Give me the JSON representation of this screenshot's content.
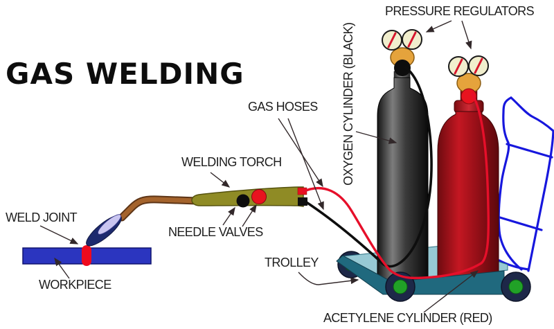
{
  "diagram": {
    "title": "GAS WELDING",
    "labels": {
      "pressure_regulators": "PRESSURE REGULATORS",
      "oxygen_cylinder": "OXYGEN CYLINDER (BLACK)",
      "acetylene_cylinder": "ACETYLENE CYLINDER (RED)",
      "gas_hoses": "GAS HOSES",
      "welding_torch": "WELDING TORCH",
      "needle_valves": "NEEDLE VALVES",
      "weld_joint": "WELD JOINT",
      "workpiece": "WORKPIECE",
      "trolley": "TROLLEY"
    },
    "colors": {
      "label_text": "#1d1d1d",
      "hose_red": "#e60f2a",
      "hose_black": "#0e0e0e",
      "cylinder_black": "#1a1a1a",
      "cylinder_red": "#c41722",
      "regulator_orange": "#e5a33c",
      "gauge_face": "#f1eecd",
      "gauge_needle": "#d6152c",
      "torch_olive": "#8f8b25",
      "tube_brown": "#a4632c",
      "flame_outer": "#1d2a6e",
      "flame_inner": "#c9c5f0",
      "workpiece_blue": "#2b35bf",
      "weld_joint_red": "#ee0a1e",
      "trolley_top": "#97c9d4",
      "trolley_side": "#20697e",
      "wheel_navy": "#1d2848",
      "hub_green": "#21a127",
      "handle_blue": "#1717dd"
    }
  }
}
